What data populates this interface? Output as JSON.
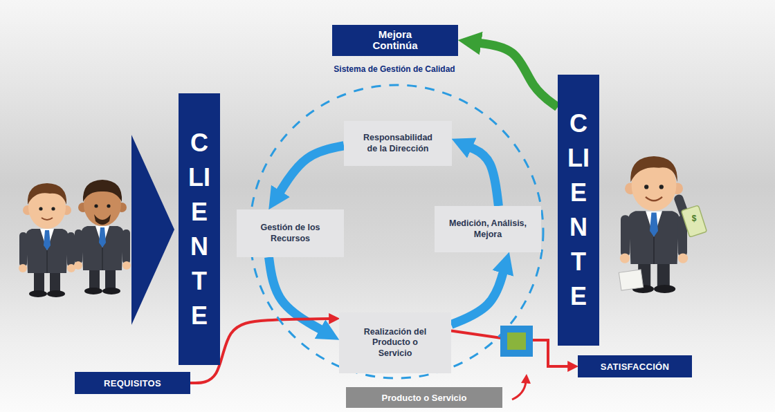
{
  "diagram": {
    "nodes": [
      {
        "text": [
          "Mejora Continúa"
        ]
      },
      {
        "text": [
          "CLIENTE"
        ]
      },
      {
        "text": [
          "Responsabilidad de la Dirección"
        ]
      },
      {
        "text": [
          "Gestión de los Recursos"
        ]
      },
      {
        "text": [
          "Medición, Análisis, Mejora"
        ]
      },
      {
        "text": [
          "Realización del Producto o Servicio"
        ]
      },
      {
        "text": [
          "CLIENTE"
        ]
      },
      {
        "text": [
          "REQUISITOS"
        ]
      },
      {
        "text": [
          "Producto o Servicio"
        ]
      },
      {
        "text": [
          "SATISFACCIÓN"
        ]
      }
    ],
    "edges": [
      {
        "from": 2,
        "to": 3,
        "arrow": "to"
      },
      {
        "from": 3,
        "to": 5,
        "arrow": "to"
      },
      {
        "from": 5,
        "to": 4,
        "arrow": "to"
      },
      {
        "from": 4,
        "to": 2,
        "arrow": "to"
      },
      {
        "from": 7,
        "to": 5,
        "arrow": "to"
      },
      {
        "from": 5,
        "to": 9,
        "arrow": "to"
      },
      {
        "from": 6,
        "to": 0,
        "arrow": "to"
      }
    ],
    "labels": [
      "Sistema de Gestión de Calidad",
      "$"
    ]
  }
}
